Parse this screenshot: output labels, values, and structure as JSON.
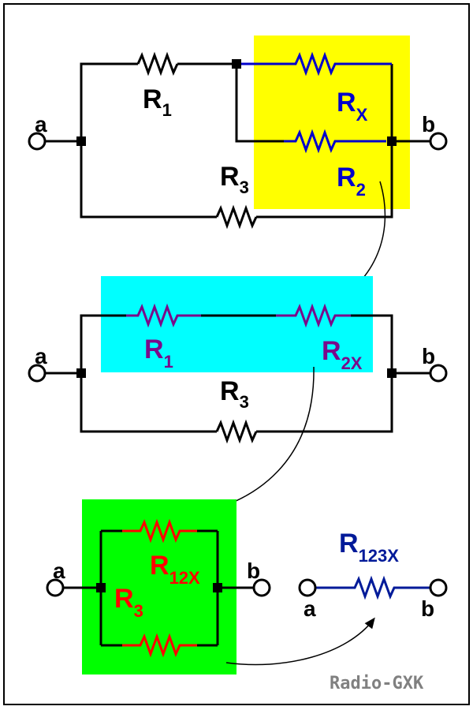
{
  "colors": {
    "highlight_1": "#ffff00",
    "highlight_2": "#00ffff",
    "highlight_3": "#00ff00",
    "wire": "#000000",
    "stage1_branch": "#0000cc",
    "stage2_branch": "#7a0a8a",
    "stage3_branch": "#ff0000",
    "final": "#001a99",
    "watermark": "#808080"
  },
  "terminals": {
    "a": "a",
    "b": "b"
  },
  "stage1": {
    "r1": {
      "main": "R",
      "sub": "1"
    },
    "rx": {
      "main": "R",
      "sub": "X"
    },
    "r2": {
      "main": "R",
      "sub": "2"
    },
    "r3": {
      "main": "R",
      "sub": "3"
    }
  },
  "stage2": {
    "r1": {
      "main": "R",
      "sub": "1"
    },
    "r2x": {
      "main": "R",
      "sub": "2X"
    },
    "r3": {
      "main": "R",
      "sub": "3"
    }
  },
  "stage3": {
    "r12x": {
      "main": "R",
      "sub": "12X"
    },
    "r3": {
      "main": "R",
      "sub": "3"
    }
  },
  "final": {
    "r123x": {
      "main": "R",
      "sub": "123X"
    }
  },
  "watermark": "Radio-GXK"
}
